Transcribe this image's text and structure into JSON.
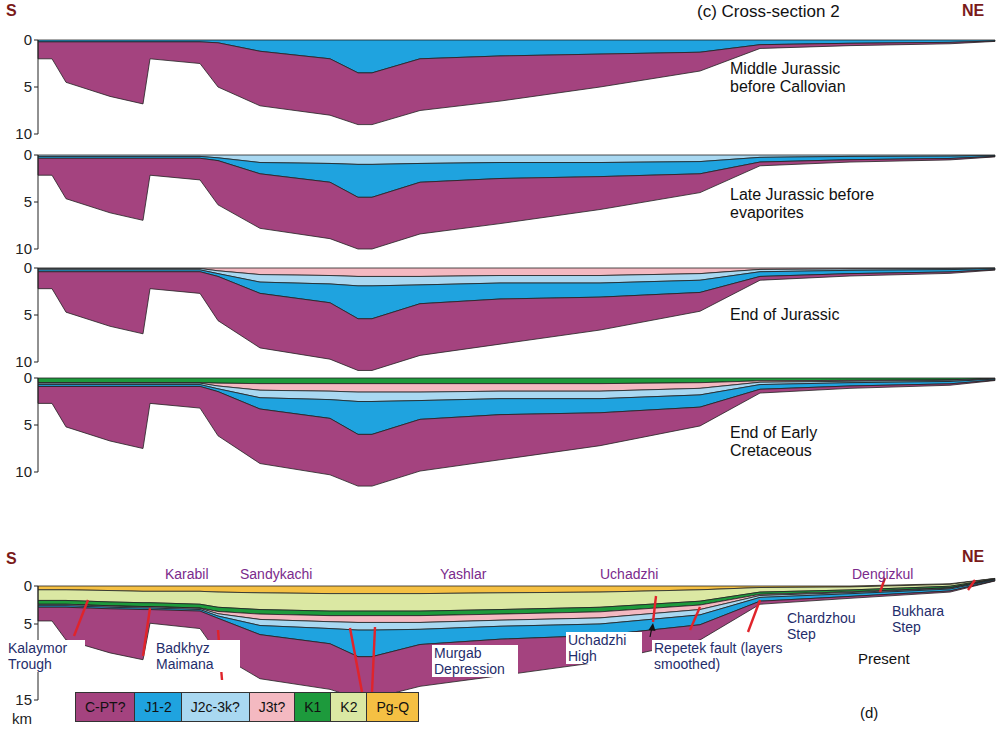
{
  "diagram": {
    "title": "(c) Cross-section 2",
    "labels": [
      "S",
      "NE",
      "0",
      "5",
      "10",
      "Middle Jurassic before Callovian",
      "0",
      "5",
      "10",
      "Late Jurassic before evaporites",
      "0",
      "5",
      "10",
      "End of Jurassic",
      "0",
      "5",
      "10",
      "End of Early Cretaceous",
      "S",
      "NE",
      "Karabil",
      "Sandykachi",
      "Yashlar",
      "Uchadzhi",
      "Dengizkul",
      "0",
      "5",
      "10",
      "15",
      "km",
      "Kalaymor Trough",
      "Badkhyz Maimana",
      "Murgab Depression",
      "Uchadzhi High",
      "Repetek fault (layers smoothed)",
      "Chardzhou Step",
      "Bukhara Step",
      "Present",
      "(d)"
    ],
    "legend": [
      {
        "text": "C-PT?",
        "color": "#a4437f"
      },
      {
        "text": "J1-2",
        "color": "#1fa3df"
      },
      {
        "text": "J2c-3k?",
        "color": "#a9d8f1"
      },
      {
        "text": "J3t?",
        "color": "#f4b9c1"
      },
      {
        "text": "K1",
        "color": "#1d9a3c"
      },
      {
        "text": "K2",
        "color": "#dbe8a3"
      },
      {
        "text": "Pg-Q",
        "color": "#f5c043"
      }
    ]
  }
}
